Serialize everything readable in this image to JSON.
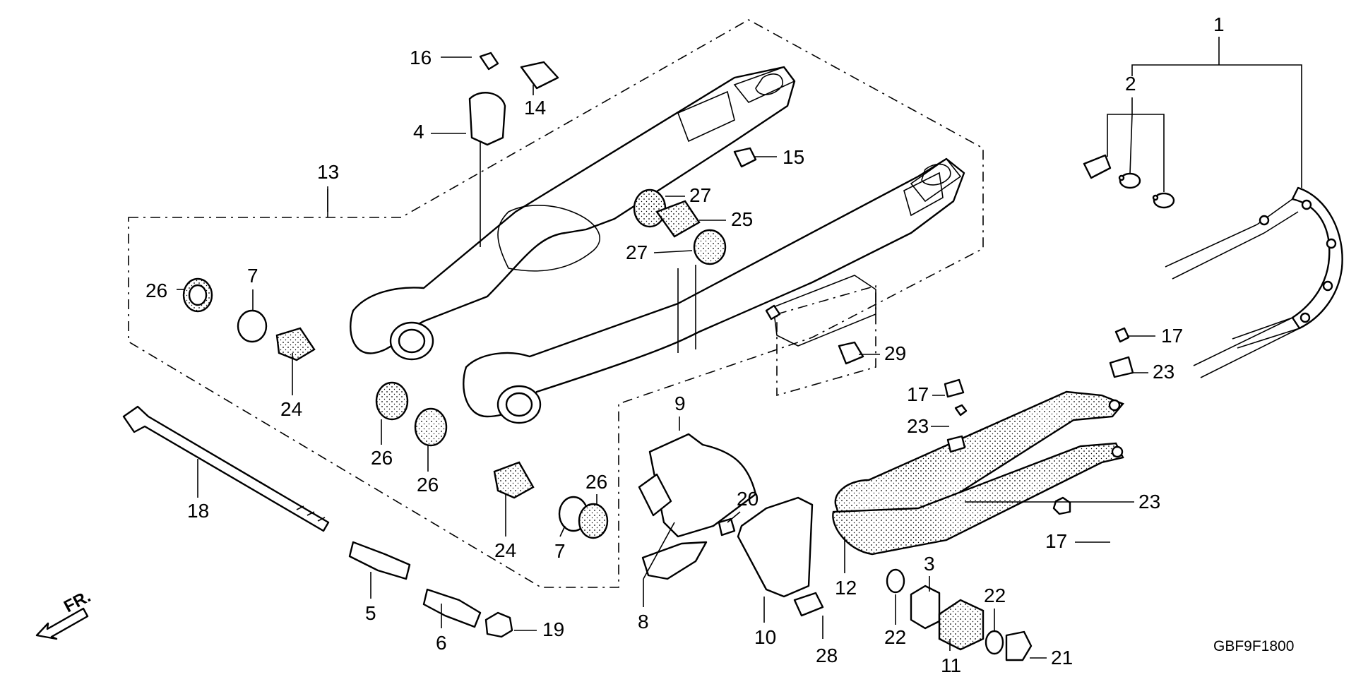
{
  "diagram": {
    "drawing_code": "GBF9F1800",
    "direction_marker": "FR.",
    "callouts": [
      "1",
      "2",
      "3",
      "4",
      "5",
      "6",
      "7",
      "7",
      "8",
      "9",
      "10",
      "11",
      "12",
      "13",
      "14",
      "15",
      "16",
      "17",
      "17",
      "17",
      "18",
      "19",
      "20",
      "21",
      "22",
      "22",
      "23",
      "23",
      "23",
      "24",
      "24",
      "25",
      "26",
      "26",
      "26",
      "26",
      "27",
      "27",
      "28",
      "29"
    ]
  },
  "colors": {
    "line": "#000000",
    "background": "#ffffff"
  }
}
